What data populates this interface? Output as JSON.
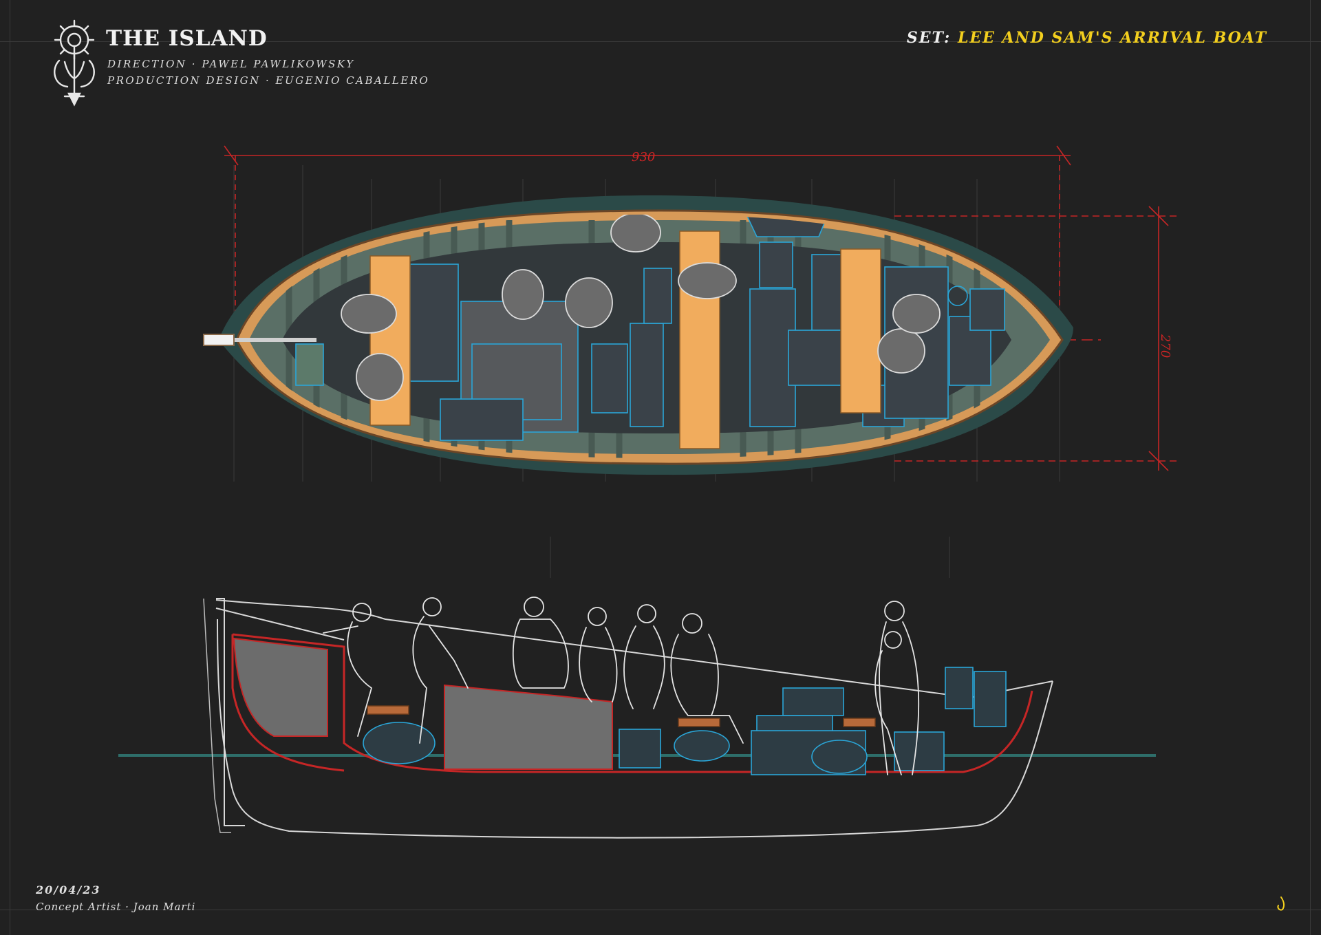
{
  "header": {
    "title": "THE ISLAND",
    "credits": {
      "direction": "DIRECTION · PAWEL PAWLIKOWSKY",
      "production_design": "PRODUCTION DESIGN · EUGENIO CABALLERO"
    },
    "set_prefix": "SET:",
    "set_name": "LEE AND SAM'S ARRIVAL BOAT"
  },
  "plan_view": {
    "length_dimension": "930",
    "width_dimension": "270"
  },
  "footer": {
    "date": "20/04/23",
    "artist": "Concept Artist · Joan Marti"
  },
  "colors": {
    "background": "#212121",
    "set_name": "#f3cf1e",
    "dimension_lines": "#d02525",
    "props_outline": "#2aa6d8",
    "bench_wood": "#f1ac5d",
    "hull_teal": "#2b4a48"
  },
  "icons": {
    "logo": "anchor-emblem-icon",
    "signature": "artist-signature-icon"
  }
}
